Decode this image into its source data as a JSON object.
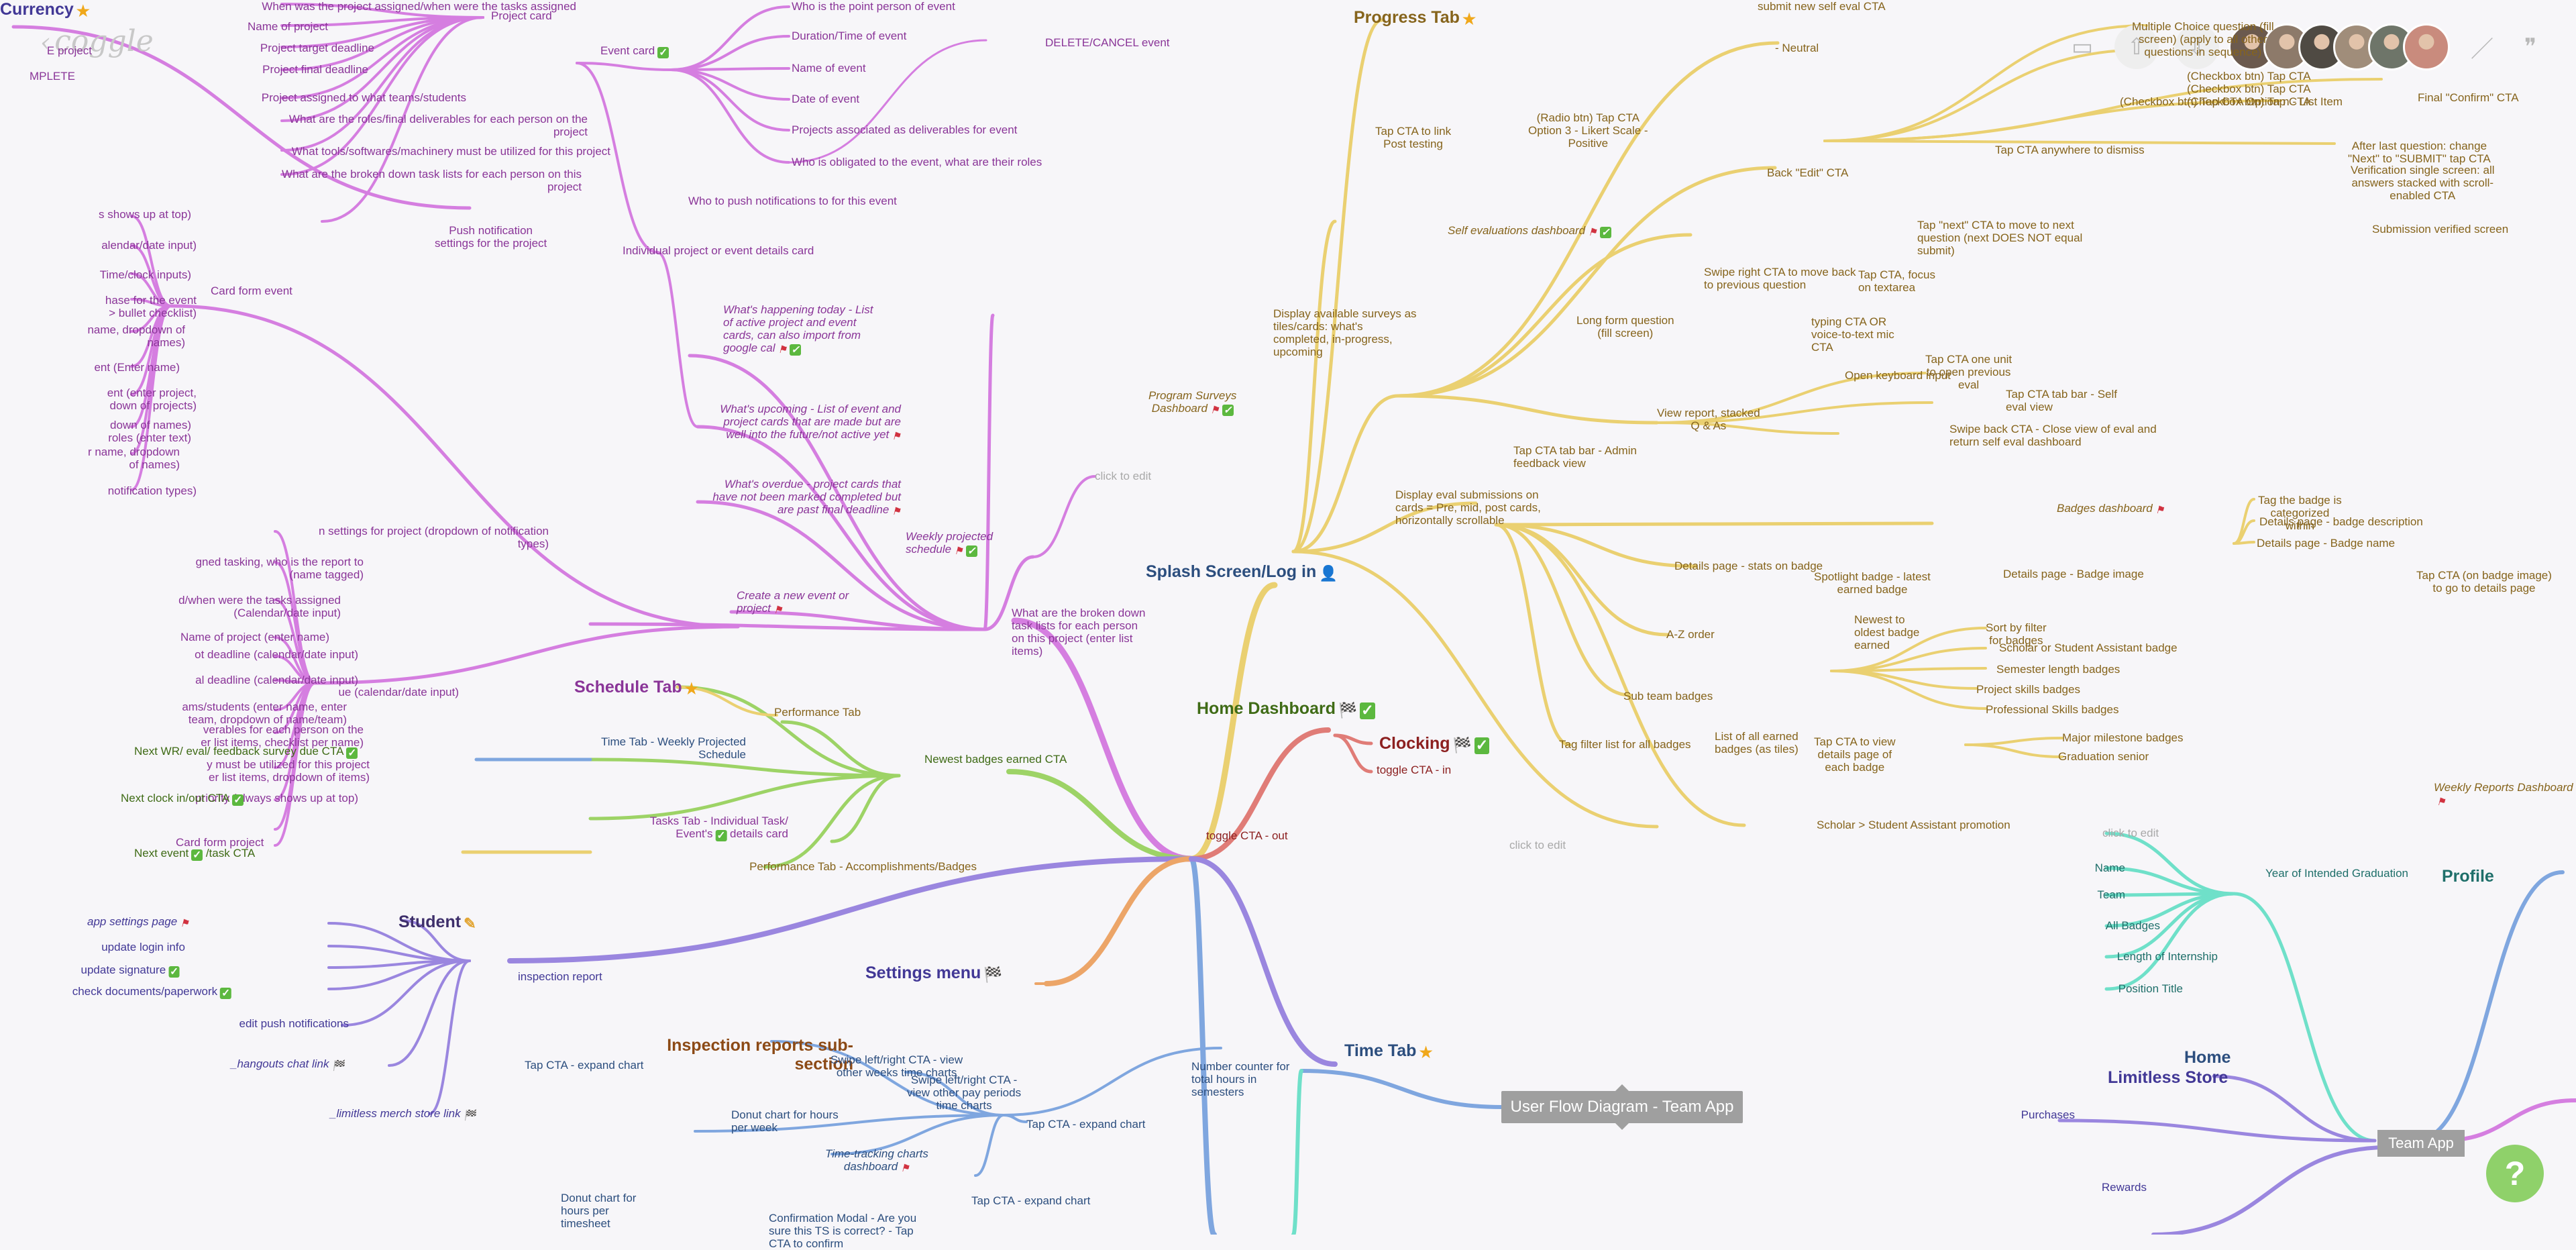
{
  "app": {
    "logo": "coggle"
  },
  "toolbar": {
    "icons": [
      "present-icon",
      "upload-icon",
      "download-icon",
      "slash-icon",
      "quote-icon"
    ],
    "avatar_count": 6
  },
  "colors": {
    "pink": "#d57ee0",
    "yellow": "#ead071",
    "orange": "#eca568",
    "green": "#9dd366",
    "blue": "#7fa6df",
    "purple": "#9a86df",
    "teal": "#6fe0c9",
    "red": "#e07c77",
    "help": "#8fd16a"
  },
  "root": {
    "label": "Student"
  },
  "overlay": {
    "user_flow_label": "User Flow Diagram - Team App",
    "team_app_label": "Team App",
    "help_label": "?"
  },
  "nodes": [
    {
      "label": "When was the project assigned/when were the tasks assigned",
      "cls": "r c-pink"
    },
    {
      "label": "Name of project",
      "cls": "r c-pink"
    },
    {
      "label": "Project target deadline",
      "cls": "r c-pink"
    },
    {
      "label": "Project final deadline",
      "cls": "r c-pink"
    },
    {
      "label": "Project assigned to what teams/students",
      "cls": "r c-pink"
    },
    {
      "label": "What are the roles/final deliverables for each person on the\nproject",
      "cls": "r c-pink"
    },
    {
      "label": "What tools/softwares/machinery must be utilized for this project",
      "cls": "r c-pink"
    },
    {
      "label": "What are the broken down task lists for each person on this\nproject",
      "cls": "r c-pink"
    },
    {
      "label": "Project card",
      "cls": "c-pink"
    },
    {
      "label": "Push notification\nsettings for the project",
      "cls": "c c-pink"
    },
    {
      "label": "E project",
      "cls": "r c-pink"
    },
    {
      "label": "MPLETE",
      "cls": "r c-pink"
    },
    {
      "label": "Event card",
      "cls": "c-pink",
      "badge": "check"
    },
    {
      "label": "Who is the point person of event",
      "cls": "c-pink"
    },
    {
      "label": "Duration/Time of event",
      "cls": "c-pink"
    },
    {
      "label": "Name of event",
      "cls": "c-pink"
    },
    {
      "label": "Date of event",
      "cls": "c-pink"
    },
    {
      "label": "Projects associated as deliverables for event",
      "cls": "c-pink"
    },
    {
      "label": "Who is obligated to the event, what are their roles",
      "cls": "c-pink"
    },
    {
      "label": "DELETE/CANCEL event",
      "cls": "c-pink"
    },
    {
      "label": "Who to push notifications to for this event",
      "cls": "c-pink"
    },
    {
      "label": "Individual project or event details card",
      "cls": "c-pink"
    },
    {
      "label": "s shows up at top)",
      "cls": "r c-pink"
    },
    {
      "label": "alendar/date input)",
      "cls": "r c-pink"
    },
    {
      "label": "Time/clock inputs)",
      "cls": "r c-pink"
    },
    {
      "label": "hase for the event\n> bullet checklist)",
      "cls": "r c-pink"
    },
    {
      "label": "name, dropdown of\nnames)",
      "cls": "r c-pink"
    },
    {
      "label": "ent (Enter name)",
      "cls": "r c-pink"
    },
    {
      "label": "ent (enter project,\ndown of projects)",
      "cls": "r c-pink"
    },
    {
      "label": "down of names)\nroles (enter text)",
      "cls": "r c-pink"
    },
    {
      "label": "r name, dropdown\nof names)",
      "cls": "r c-pink"
    },
    {
      "label": "notification types)",
      "cls": "r c-pink"
    },
    {
      "label": "Card form event",
      "cls": "c-pink"
    },
    {
      "label": "What's happening today - List\nof active project and event\ncards, can also import from\ngoogle cal",
      "cls": "it c-pink",
      "badge": "flag,check"
    },
    {
      "label": "What's upcoming - List of event and\nproject cards that are made but are\nwell into the future/not active yet",
      "cls": "it r c-pink",
      "badge": "flag"
    },
    {
      "label": "What's overdue - project cards that\nhave not been marked completed but\nare past final deadline",
      "cls": "it r c-pink",
      "badge": "flag"
    },
    {
      "label": "Create a new event or\nproject",
      "cls": "it c-pink",
      "badge": "flag"
    },
    {
      "label": "Weekly projected\nschedule",
      "cls": "it c-pink",
      "badge": "flag,check"
    },
    {
      "label": "click to edit",
      "cls": "gray"
    },
    {
      "label": "n settings for project (dropdown of notification\ntypes)",
      "cls": "r c-pink"
    },
    {
      "label": "gned tasking, who is the report to\n(name tagged)",
      "cls": "r c-pink"
    },
    {
      "label": "d/when were the tasks assigned\n(Calendar/date input)",
      "cls": "r c-pink"
    },
    {
      "label": "Name of project (enter name)",
      "cls": "r c-pink"
    },
    {
      "label": "ot deadline (calendar/date input)",
      "cls": "r c-pink"
    },
    {
      "label": "al deadline (calendar/date input)",
      "cls": "r c-pink"
    },
    {
      "label": "ams/students (enter name, enter\nteam, dropdown of name/team)",
      "cls": "r c-pink"
    },
    {
      "label": "verables for each person on the\ner list items, checklist per name)",
      "cls": "r c-pink"
    },
    {
      "label": "y must be utilized for this project\ner list items, dropdown of items)",
      "cls": "r c-pink"
    },
    {
      "label": "priority (always shows up at top)",
      "cls": "r c-pink"
    },
    {
      "label": "ue (calendar/date input)",
      "cls": "r c-pink"
    },
    {
      "label": "Card form project",
      "cls": "c-pink"
    },
    {
      "label": "What are the broken down\ntask lists for each person\non this project (enter list\nitems)",
      "cls": "c-pink"
    },
    {
      "label": "Schedule Tab",
      "cls": "big c-pink",
      "badge": "star"
    },
    {
      "label": "Performance Tab",
      "cls": "c-yellow"
    },
    {
      "label": "Next WR/ eval/ feedback survey due CTA",
      "cls": "c-green",
      "badge": "check"
    },
    {
      "label": "Time Tab - Weekly Projected\nSchedule",
      "cls": "r c-blue"
    },
    {
      "label": "Next clock in/out CTA",
      "cls": "c-green",
      "badge": "check"
    },
    {
      "label": "Tasks Tab - Individual Task/\nEvent's",
      "cls": "r c-pink",
      "badge": "check",
      "suffix": " details card"
    },
    {
      "label": "Next event",
      "cls": "c-green",
      "badge": "check",
      "suffix": " /task CTA"
    },
    {
      "label": "Performance Tab - Accomplishments/Badges",
      "cls": "r c-yellow"
    },
    {
      "label": "Newest badges earned CTA",
      "cls": "c-green"
    },
    {
      "label": "Home Dashboard",
      "cls": "big c-green",
      "badge": "flagk,check"
    },
    {
      "label": "Clocking",
      "cls": "big c-red",
      "badge": "flagk,check"
    },
    {
      "label": "toggle CTA - in",
      "cls": "c-red"
    },
    {
      "label": "toggle CTA - out",
      "cls": "c-red"
    },
    {
      "label": "Student",
      "cls": "big c-dark",
      "badge": "pencil"
    },
    {
      "label": "app settings page",
      "cls": "it c-purple",
      "badge": "flag"
    },
    {
      "label": "update login info",
      "cls": "r c-purple"
    },
    {
      "label": "update signature",
      "cls": "r c-purple",
      "badge": "check"
    },
    {
      "label": "check documents/paperwork",
      "cls": "r c-purple",
      "badge": "check"
    },
    {
      "label": "edit push notifications",
      "cls": "r c-purple"
    },
    {
      "label": "_hangouts chat link",
      "cls": "it c-purple",
      "badge": "flagk"
    },
    {
      "label": "_limitless merch store link",
      "cls": "it c-purple",
      "badge": "flagk"
    },
    {
      "label": "inspection report",
      "cls": "c-purple"
    },
    {
      "label": "Settings menu",
      "cls": "big c-purple",
      "badge": "chk"
    },
    {
      "label": "Inspection reports sub-\nsection",
      "cls": "big r c-orange"
    },
    {
      "label": "Swipe left/right CTA - view\nother weeks time charts",
      "cls": "c c-blue"
    },
    {
      "label": "Tap CTA - expand chart",
      "cls": "c-blue"
    },
    {
      "label": "Swipe left/right CTA -\nview other pay periods\ntime charts",
      "cls": "c c-blue"
    },
    {
      "label": "Donut chart for hours\nper week",
      "cls": "c-blue"
    },
    {
      "label": "Tap CTA - expand chart",
      "cls": "c-blue"
    },
    {
      "label": "Time-tracking charts\ndashboard",
      "cls": "it c c-blue",
      "badge": "flag"
    },
    {
      "label": "Donut chart for\nhours per\ntimesheet",
      "cls": "c-blue"
    },
    {
      "label": "Confirmation Modal - Are you\nsure this TS is correct? - Tap\nCTA to confirm",
      "cls": "c-blue"
    },
    {
      "label": "Tap CTA - expand chart",
      "cls": "c-blue"
    },
    {
      "label": "Number counter for\ntotal hours in\nsemesters",
      "cls": "c-blue"
    },
    {
      "label": "Time Tab",
      "cls": "big c-blue",
      "badge": "star"
    },
    {
      "label": "Splash Screen/Log in",
      "cls": "big c-blue",
      "badge": "person"
    },
    {
      "label": "Progress Tab",
      "cls": "big c-yellow",
      "badge": "star"
    },
    {
      "label": "Tap CTA to link\nPost testing",
      "cls": "c c-yellow"
    },
    {
      "label": "Display available surveys as\ntiles/cards: what's\ncompleted, in-progress,\nupcoming",
      "cls": "c-yellow"
    },
    {
      "label": "Program Surveys\nDashboard",
      "cls": "it c c-yellow",
      "badge": "flag,check"
    },
    {
      "label": "Self evaluations dashboard",
      "cls": "it c-yellow",
      "badge": "flag,check"
    },
    {
      "label": "submit new self eval CTA",
      "cls": "c-yellow"
    },
    {
      "label": "- Neutral",
      "cls": "c-yellow"
    },
    {
      "label": "(Radio btn) Tap CTA\nOption 3 - Likert Scale -\nPositive",
      "cls": "c c-yellow"
    },
    {
      "label": "Multiple Choice question (fill\nscreen) (apply to all other\nquestions in sequence)",
      "cls": "c c-yellow"
    },
    {
      "label": "(Checkbox btn) Tap CTA\n(Checkbox btn) Tap CTA\n(Checkbox btn) Tap CTA",
      "cls": "c-yellow"
    },
    {
      "label": "(Checkbox btn) Tap CTA Option n - List Item",
      "cls": "c-yellow"
    },
    {
      "label": "Final \"Confirm\" CTA",
      "cls": "c-yellow"
    },
    {
      "label": "Tap CTA anywhere to dismiss",
      "cls": "c-yellow"
    },
    {
      "label": "After last question: change\n\"Next\" to \"SUBMIT\" tap CTA",
      "cls": "c c-yellow"
    },
    {
      "label": "Verification single screen: all\nanswers stacked with scroll-\nenabled CTA",
      "cls": "c c-yellow"
    },
    {
      "label": "Submission verified screen",
      "cls": "c-yellow"
    },
    {
      "label": "Back \"Edit\" CTA",
      "cls": "c-yellow"
    },
    {
      "label": "Tap \"next\" CTA to move to next\nquestion (next DOES NOT equal\nsubmit)",
      "cls": "c-yellow"
    },
    {
      "label": "Swipe right CTA to move back\nto previous question",
      "cls": "c-yellow"
    },
    {
      "label": "Tap CTA, focus\non textarea",
      "cls": "c-yellow"
    },
    {
      "label": "typing CTA OR\nvoice-to-text mic\nCTA",
      "cls": "c-yellow"
    },
    {
      "label": "Long form question\n(fill screen)",
      "cls": "c c-yellow"
    },
    {
      "label": "Open keyboard input",
      "cls": "c-yellow"
    },
    {
      "label": "View report, stacked\nQ & As",
      "cls": "c c-yellow"
    },
    {
      "label": "Tap CTA one unit\nto open previous\neval",
      "cls": "c c-yellow"
    },
    {
      "label": "Tap CTA tab bar - Self\neval view",
      "cls": "c-yellow"
    },
    {
      "label": "Swipe back CTA - Close view of eval and\nreturn self eval dashboard",
      "cls": "c-yellow"
    },
    {
      "label": "Tap CTA tab bar - Admin\nfeedback view",
      "cls": "c-yellow"
    },
    {
      "label": "Display eval submissions on\ncards = Pre, mid, post cards,\nhorizontally scrollable",
      "cls": "c-yellow"
    },
    {
      "label": "Badges dashboard",
      "cls": "it c-yellow",
      "badge": "flag"
    },
    {
      "label": "Tag the badge is\ncategorized\nwithin",
      "cls": "c c-yellow"
    },
    {
      "label": "Details page - badge description",
      "cls": "c-yellow"
    },
    {
      "label": "Details page - Badge name",
      "cls": "c-yellow"
    },
    {
      "label": "Details page - Badge image",
      "cls": "c-yellow"
    },
    {
      "label": "Tap CTA (on badge image)\nto go to details page",
      "cls": "c c-yellow"
    },
    {
      "label": "Details page - stats on badge",
      "cls": "c-yellow"
    },
    {
      "label": "Spotlight badge - latest\nearned badge",
      "cls": "c c-yellow"
    },
    {
      "label": "Newest to\noldest badge\nearned",
      "cls": "c-yellow"
    },
    {
      "label": "A-Z order",
      "cls": "c-yellow"
    },
    {
      "label": "Sort by filter\nfor badges",
      "cls": "c c-yellow"
    },
    {
      "label": "Scholar or Student Assistant badge",
      "cls": "c-yellow"
    },
    {
      "label": "Semester length badges",
      "cls": "c-yellow"
    },
    {
      "label": "Project skills badges",
      "cls": "c-yellow"
    },
    {
      "label": "Professional Skills badges",
      "cls": "c-yellow"
    },
    {
      "label": "Sub team badges",
      "cls": "c-yellow"
    },
    {
      "label": "Tag filter list for all badges",
      "cls": "c-yellow"
    },
    {
      "label": "List of all earned\nbadges (as tiles)",
      "cls": "c c-yellow"
    },
    {
      "label": "Tap CTA to view\ndetails page of\neach badge",
      "cls": "c c-yellow"
    },
    {
      "label": "Major milestone badges",
      "cls": "c-yellow"
    },
    {
      "label": "Graduation senior",
      "cls": "c-yellow"
    },
    {
      "label": "Scholar > Student Assistant promotion",
      "cls": "c-yellow"
    },
    {
      "label": "click to edit",
      "cls": "gray"
    },
    {
      "label": "Weekly Reports Dashboard",
      "cls": "it c-yellow",
      "badge": "flag"
    },
    {
      "label": "click to edit",
      "cls": "gray"
    },
    {
      "label": "Name",
      "cls": "r c-teal"
    },
    {
      "label": "Team",
      "cls": "r c-teal"
    },
    {
      "label": "All Badges",
      "cls": "r c-teal"
    },
    {
      "label": "Length of Internship",
      "cls": "r c-teal"
    },
    {
      "label": "Position Title",
      "cls": "r c-teal"
    },
    {
      "label": "Year of Intended Graduation",
      "cls": "r c-teal"
    },
    {
      "label": "Profile",
      "cls": "big c-teal"
    },
    {
      "label": "Home",
      "cls": "big c-blue"
    },
    {
      "label": "Limitless Store",
      "cls": "big c-purple"
    },
    {
      "label": "Purchases",
      "cls": "r c-purple"
    },
    {
      "label": "Rewards",
      "cls": "r c-purple"
    },
    {
      "label": "Currency",
      "cls": "big c-purple",
      "badge": "star"
    }
  ]
}
